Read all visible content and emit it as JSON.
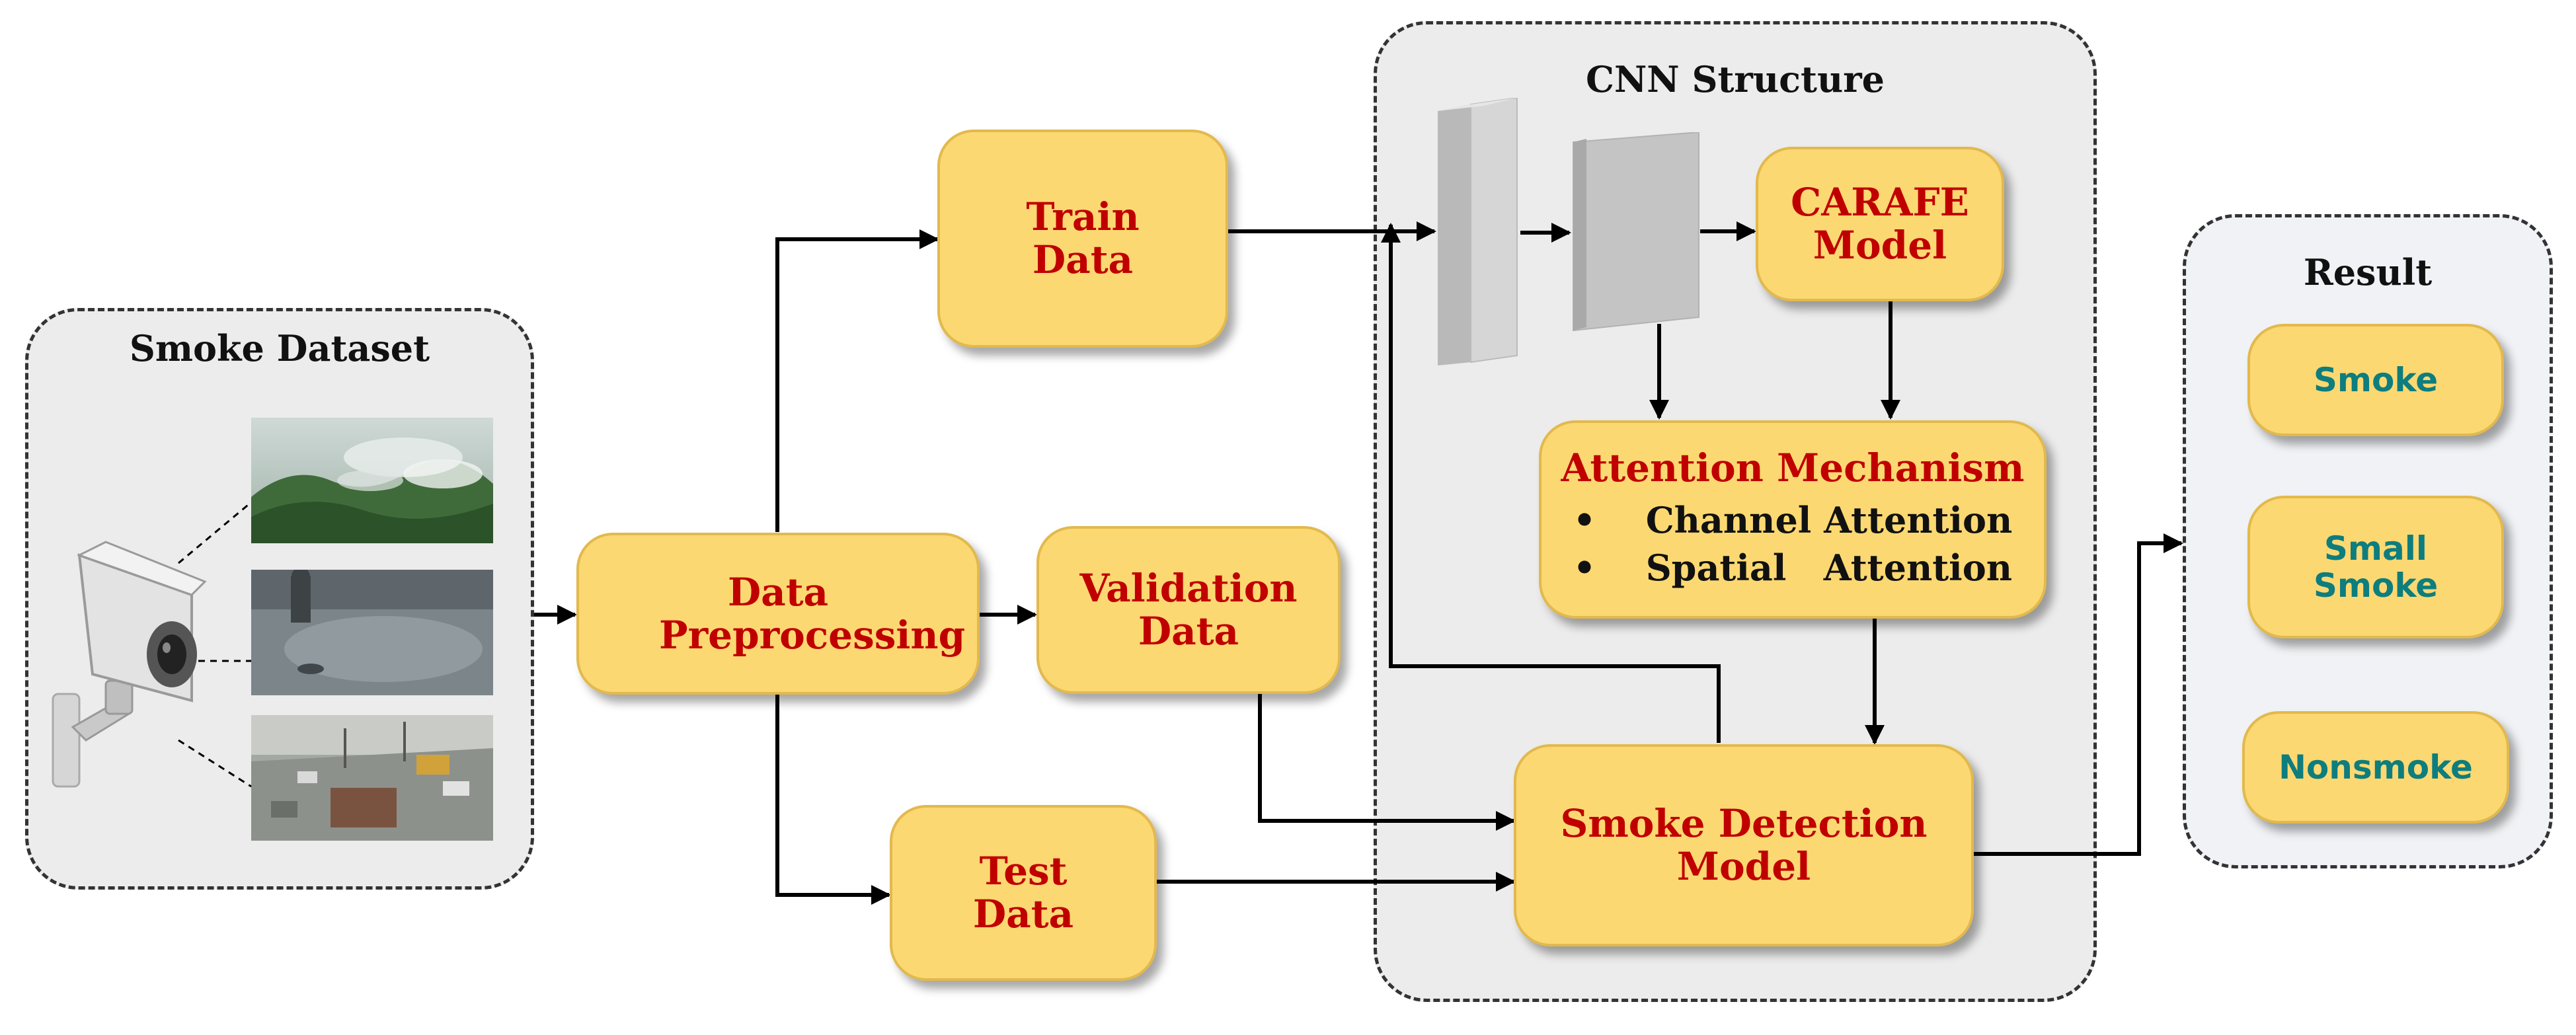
{
  "smoke_dataset": {
    "title": "Smoke Dataset"
  },
  "data_preprocessing": {
    "label": "Data Preprocessing"
  },
  "train_data": {
    "line1": "Train",
    "line2": "Data"
  },
  "validation_data": {
    "line1": "Validation",
    "line2": "Data"
  },
  "test_data": {
    "line1": "Test",
    "line2": "Data"
  },
  "cnn_structure": {
    "title": "CNN Structure",
    "carafe": {
      "line1": "CARAFE",
      "line2": "Model"
    },
    "attention": {
      "title": "Attention Mechanism",
      "items": [
        "Channel Attention",
        "Spatial   Attention"
      ],
      "bullet": "•"
    },
    "detection_model": "Smoke Detection Model"
  },
  "result": {
    "title": "Result",
    "items": [
      {
        "line1": "Smoke",
        "line2": ""
      },
      {
        "line1": "Small",
        "line2": "Smoke"
      },
      {
        "line1": "Nonsmoke",
        "line2": ""
      }
    ]
  },
  "colors": {
    "box_fill": "#fbd872",
    "box_text": "#c00000",
    "result_text": "#0e7d7d"
  }
}
